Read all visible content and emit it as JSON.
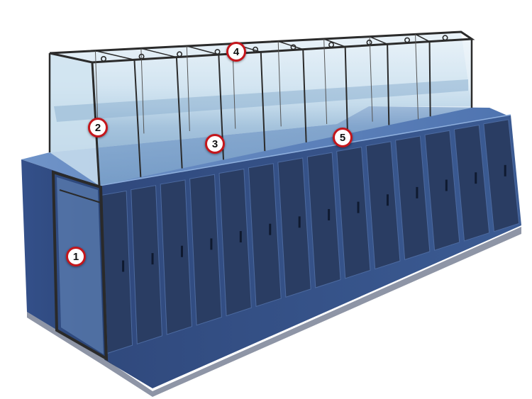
{
  "colors": {
    "rack_front": "#2d4677",
    "rack_side": "#3a5a92",
    "rack_top": "#4f74b0",
    "door_panel": "#2a3d63",
    "glass": "#b9d6e8",
    "frame": "#333333",
    "callout_ring": "#c4161c"
  },
  "callouts": [
    {
      "id": "door",
      "number": "1"
    },
    {
      "id": "side-glass",
      "number": "2"
    },
    {
      "id": "ceiling-panel",
      "number": "3"
    },
    {
      "id": "top-frame",
      "number": "4"
    },
    {
      "id": "roof-gap",
      "number": "5"
    }
  ]
}
